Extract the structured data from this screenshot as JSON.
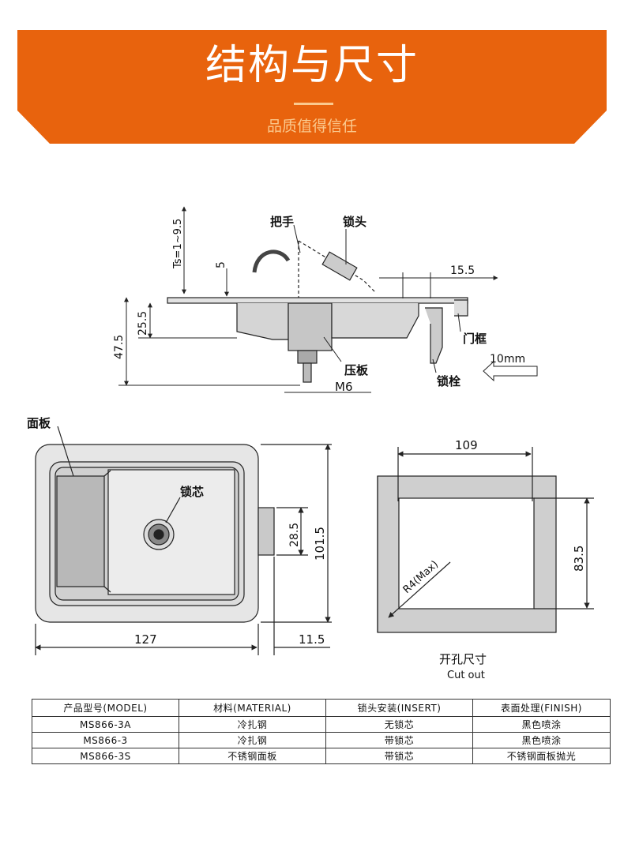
{
  "colors": {
    "banner": "#e8630d",
    "accent": "#fbc98e",
    "line": "#222222",
    "body": "#bbbbbb"
  },
  "header": {
    "title": "结构与尺寸",
    "subtitle": "品质值得信任"
  },
  "side_view": {
    "labels": {
      "handle": "把手",
      "lock_head": "锁头",
      "door_frame": "门框",
      "pressure_plate": "压板",
      "latch_bolt": "锁栓",
      "thread": "M6"
    },
    "dims": {
      "ts": "Ts=1~9.5",
      "d5": "5",
      "d25": "25.5",
      "d47": "47.5",
      "d155": "15.5",
      "d10mm": "10mm"
    }
  },
  "front_view": {
    "labels": {
      "panel": "面板",
      "core": "锁芯"
    },
    "dims": {
      "width": "127",
      "height": "101.5",
      "inner": "28.5",
      "side": "11.5"
    }
  },
  "cutout": {
    "label": "开孔尺寸",
    "label_en": "Cut out",
    "dims": {
      "width": "109",
      "height": "83.5",
      "radius": "R4(Max)"
    }
  },
  "spec_table": {
    "headers": [
      "产品型号(MODEL)",
      "材料(MATERIAL)",
      "锁头安装(INSERT)",
      "表面处理(FINISH)"
    ],
    "rows": [
      [
        "MS866-3A",
        "冷扎钢",
        "无锁芯",
        "黑色喷涂"
      ],
      [
        "MS866-3",
        "冷扎钢",
        "带锁芯",
        "黑色喷涂"
      ],
      [
        "MS866-3S",
        "不锈钢面板",
        "带锁芯",
        "不锈钢面板抛光"
      ]
    ]
  }
}
